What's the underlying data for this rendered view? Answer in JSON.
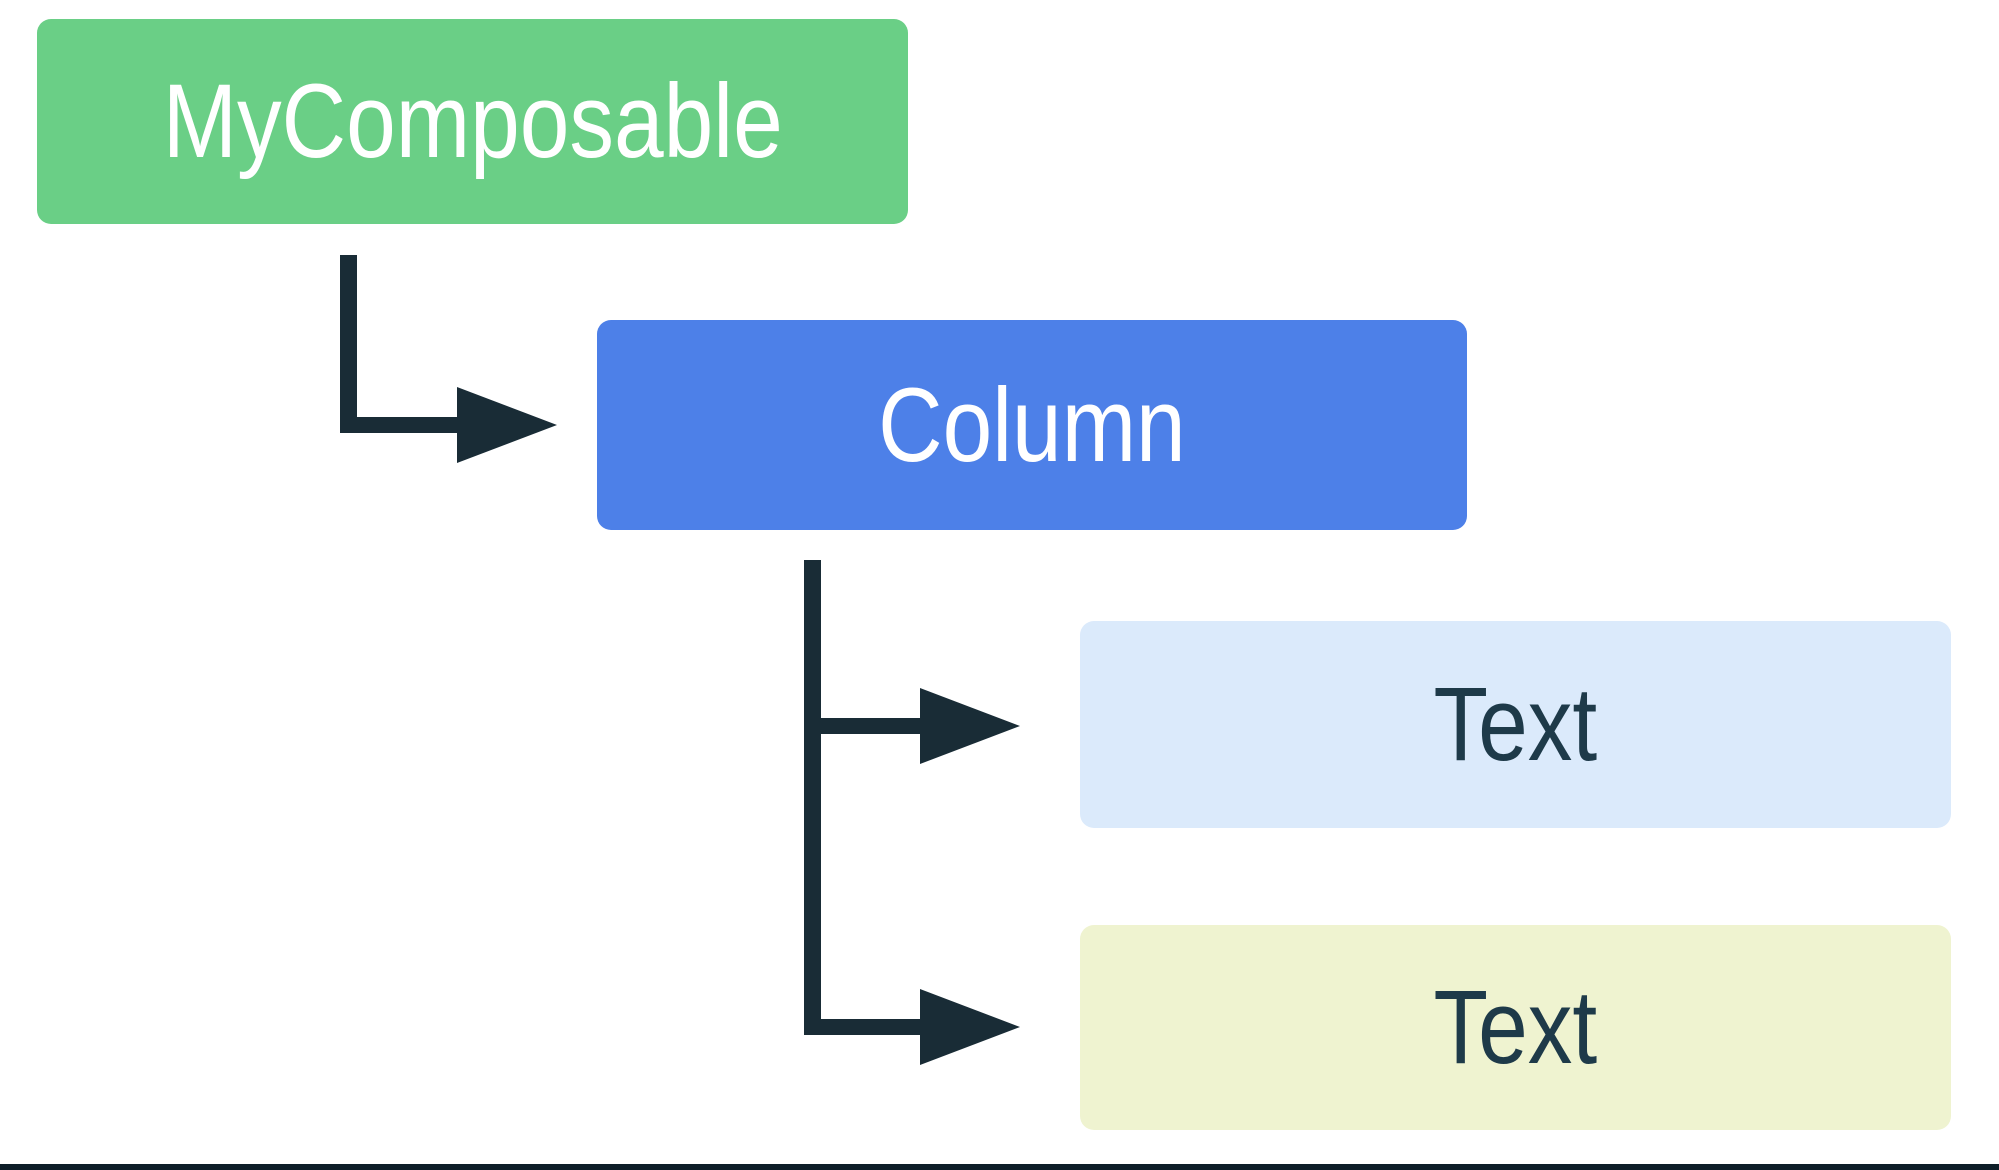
{
  "diagram": {
    "type": "ui-tree",
    "nodes": {
      "root": {
        "label": "MyComposable",
        "fill": "#6ACF86",
        "text_color": "#FFFFFF"
      },
      "column": {
        "label": "Column",
        "fill": "#4D80E8",
        "text_color": "#FFFFFF"
      },
      "text1": {
        "label": "Text",
        "fill": "#DBEAFB",
        "text_color": "#1E3A49"
      },
      "text2": {
        "label": "Text",
        "fill": "#EFF3D0",
        "text_color": "#1E3A49"
      }
    },
    "edges": [
      {
        "from": "root",
        "to": "column",
        "style": "elbow-right-arrow"
      },
      {
        "from": "column",
        "to": "text1",
        "style": "branch-right-arrow"
      },
      {
        "from": "column",
        "to": "text2",
        "style": "elbow-right-arrow"
      }
    ],
    "connector_color": "#192C36",
    "bottom_rule_color": "#0E1E28",
    "background_color": "#FFFFFF"
  }
}
